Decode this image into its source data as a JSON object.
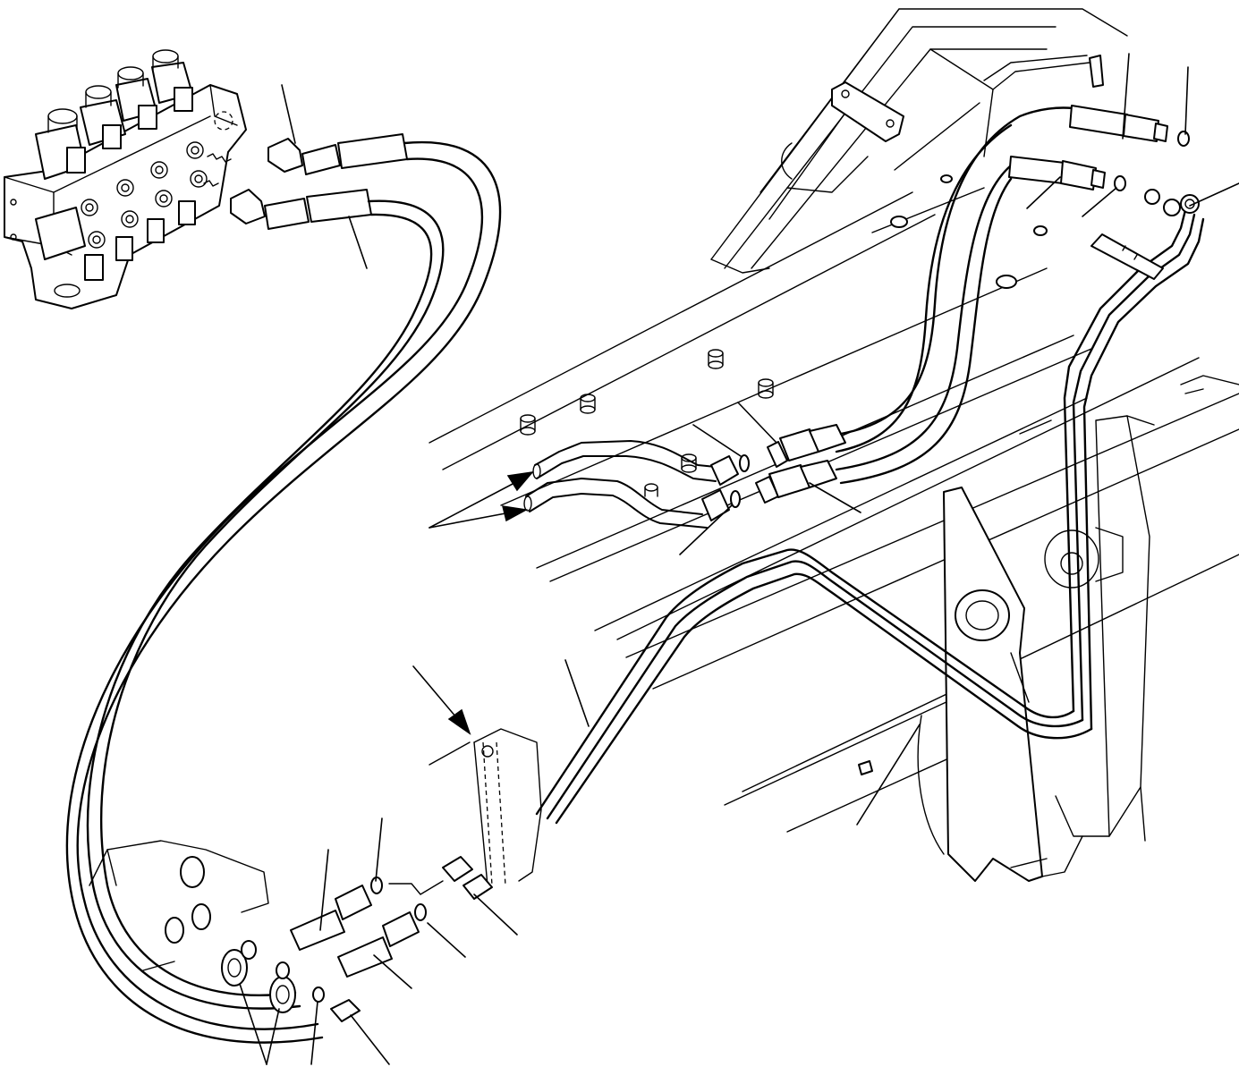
{
  "figure": {
    "callout_count": 16,
    "arrow_count": 3,
    "parts": [
      "solenoid-valve-block",
      "hydraulic-hose",
      "hose-fitting",
      "o-ring",
      "hydraulic-tube",
      "tube-clamp",
      "bracket",
      "bolt",
      "boom-frame"
    ]
  }
}
